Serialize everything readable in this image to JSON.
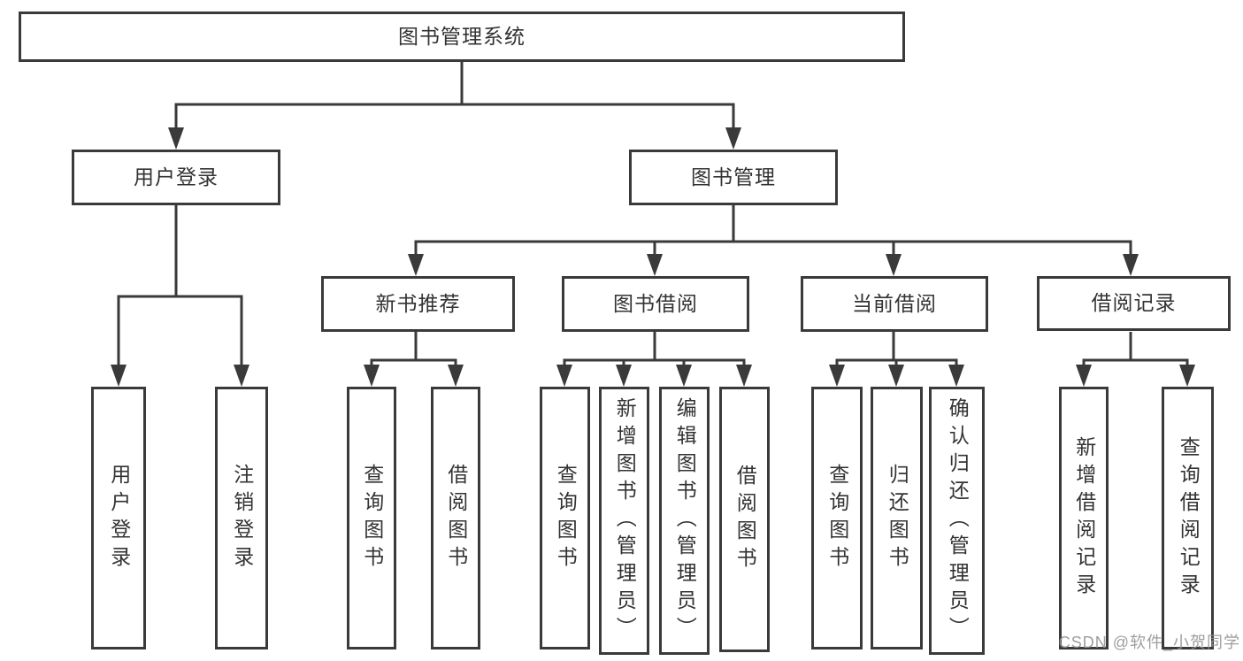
{
  "diagram": {
    "tree": {
      "root": {
        "label": "图书管理系统",
        "children": [
          {
            "label": "用户登录",
            "children": [
              {
                "label": "用户登录"
              },
              {
                "label": "注销登录"
              }
            ]
          },
          {
            "label": "图书管理",
            "children": [
              {
                "label": "新书推荐",
                "children": [
                  {
                    "label": "查询图书"
                  },
                  {
                    "label": "借阅图书"
                  }
                ]
              },
              {
                "label": "图书借阅",
                "children": [
                  {
                    "label": "查询图书"
                  },
                  {
                    "label": "新增图书（管理员）"
                  },
                  {
                    "label": "编辑图书（管理员）"
                  },
                  {
                    "label": "借阅图书"
                  }
                ]
              },
              {
                "label": "当前借阅",
                "children": [
                  {
                    "label": "查询图书"
                  },
                  {
                    "label": "归还图书"
                  },
                  {
                    "label": "确认归还（管理员）"
                  }
                ]
              },
              {
                "label": "借阅记录",
                "children": [
                  {
                    "label": "新增借阅记录"
                  },
                  {
                    "label": "查询借阅记录"
                  }
                ]
              }
            ]
          }
        ]
      }
    },
    "colors": {
      "line": "#3a3a3a",
      "text": "#333333",
      "background": "#ffffff",
      "watermark": "#949494"
    }
  },
  "watermark": "CSDN @软件_小贺同学"
}
